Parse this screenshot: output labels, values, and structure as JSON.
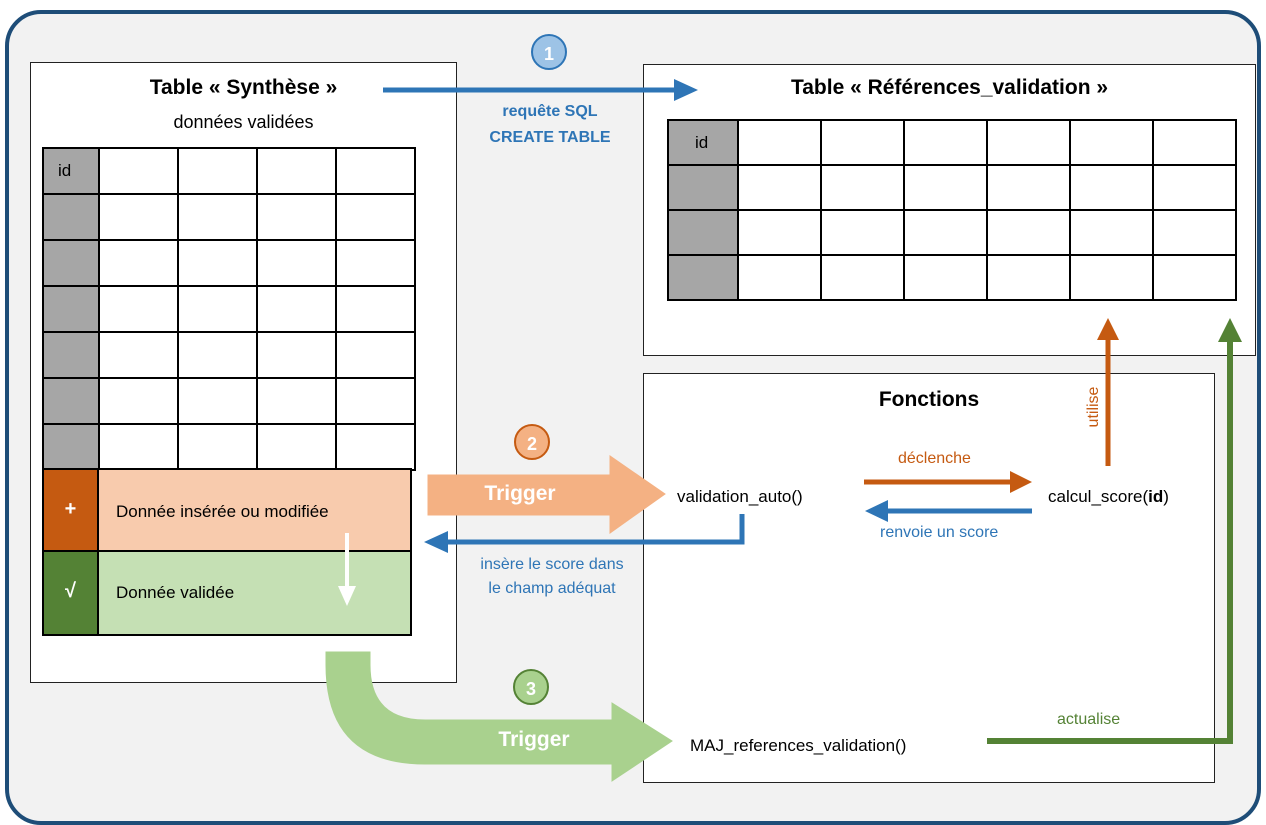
{
  "synthese": {
    "title": "Table « Synthèse »",
    "subtitle": "données validées",
    "id_label": "id",
    "inserted_sign": "+",
    "inserted_label": "Donnée insérée ou modifiée",
    "validated_sign": "√",
    "validated_label": "Donnée validée"
  },
  "references": {
    "title": "Table « Références_validation »",
    "id_label": "id"
  },
  "fonctions": {
    "title": "Fonctions",
    "validation_auto": "validation_auto()",
    "calcul_score_prefix": "calcul_score(",
    "calcul_score_bold": "id",
    "calcul_score_suffix": ")",
    "maj": "MAJ_references_validation()"
  },
  "step1": {
    "badge": "1",
    "line1": "requête SQL",
    "line2": "CREATE TABLE"
  },
  "step2": {
    "badge": "2",
    "trigger": "Trigger"
  },
  "step3": {
    "badge": "3",
    "trigger": "Trigger"
  },
  "labels": {
    "declenche": "déclenche",
    "renvoie": "renvoie un score",
    "utilise": "utilise",
    "insere_line1": "insère le score dans",
    "insere_line2": "le champ adéquat",
    "actualise": "actualise"
  },
  "colors": {
    "frame": "#1e4d78",
    "blue": "#2e75b6",
    "orange": "#c55a11",
    "orange_light": "#f4b183",
    "peach": "#f8cbad",
    "green_dark": "#548235",
    "green_light": "#a9d18e",
    "green_pale": "#c5e0b4",
    "gray": "#a6a6a6"
  }
}
